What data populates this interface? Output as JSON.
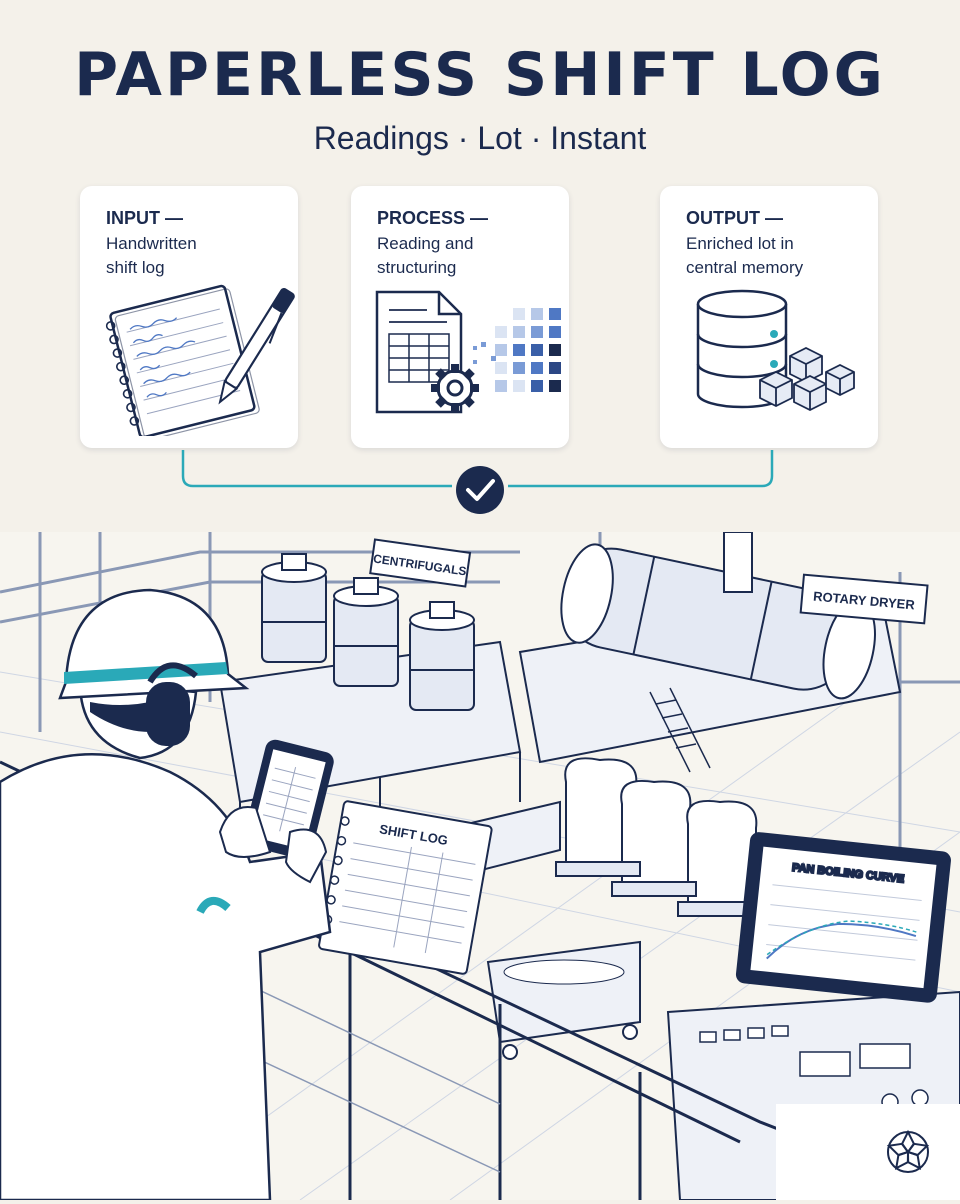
{
  "header": {
    "title": "PAPERLESS SHIFT LOG",
    "subtitle": "Readings · Lot · Instant"
  },
  "cards": [
    {
      "title": "INPUT —",
      "desc_1": "Handwritten",
      "desc_2": "shift log",
      "icon": "notebook-pen-icon"
    },
    {
      "title": "PROCESS —",
      "desc_1": "Reading and",
      "desc_2": "structuring",
      "icon": "document-gear-icon"
    },
    {
      "title": "OUTPUT —",
      "desc_1": "Enriched lot in",
      "desc_2": "central memory",
      "icon": "database-cubes-icon"
    }
  ],
  "connector": {
    "icon": "checkmark-icon"
  },
  "scene": {
    "labels": {
      "centrifugals": "CENTRIFUGALS",
      "rotary_dryer": "ROTARY DRYER",
      "shift_log": "SHIFT LOG",
      "pan_boiling_curve": "PAN BOILING CURVE"
    }
  },
  "colors": {
    "navy": "#1b2a4e",
    "teal": "#2aa9b8",
    "blue_mid": "#4f78c4",
    "background": "#f4f1ea"
  },
  "brand": {
    "icon": "flower-logo-icon"
  }
}
